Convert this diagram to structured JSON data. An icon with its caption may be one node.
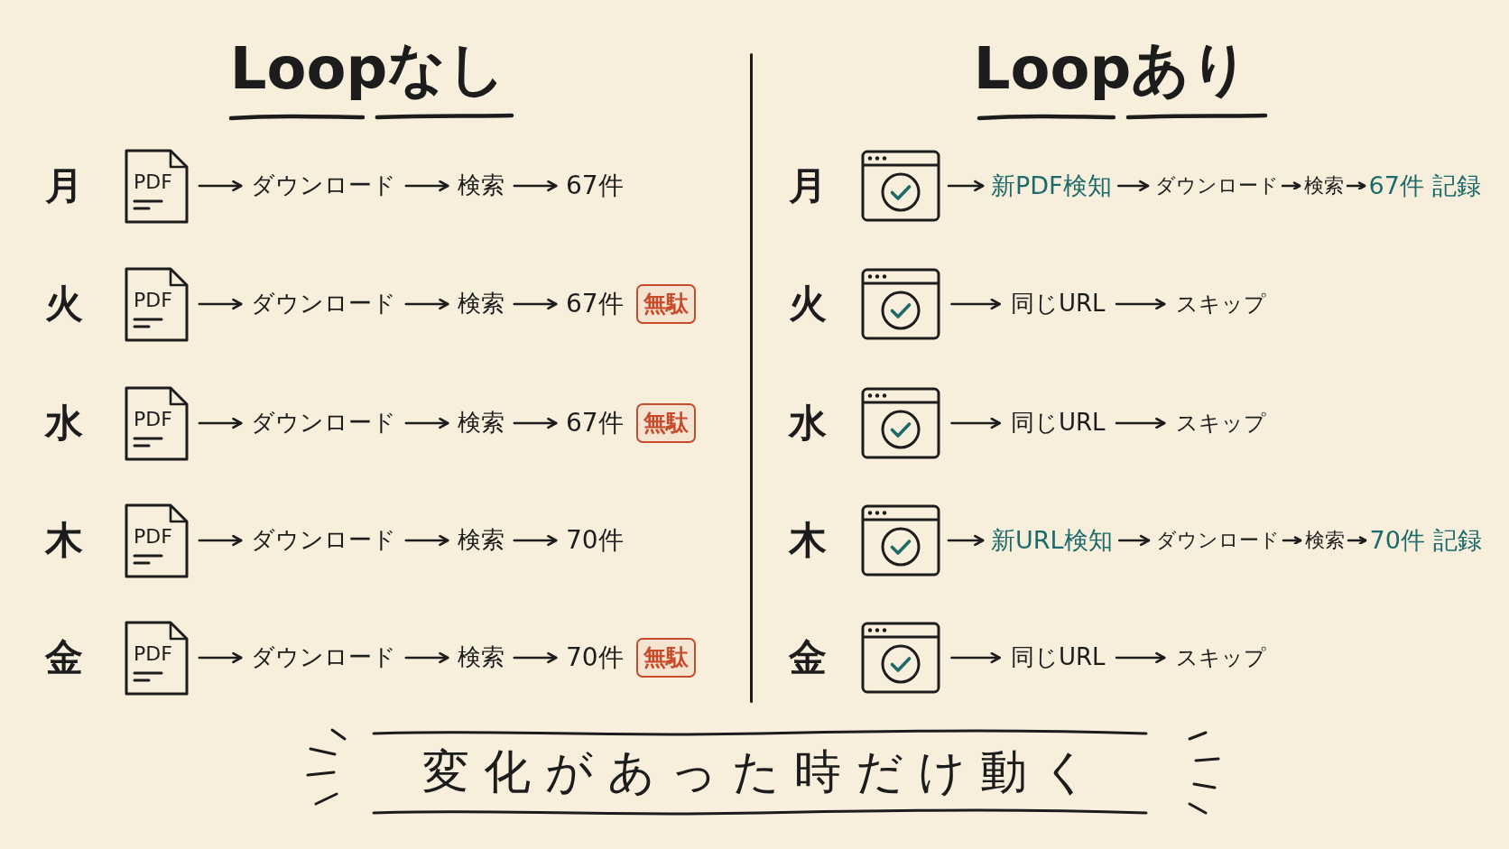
{
  "diagram": {
    "caption": "変化があった時だけ動く",
    "nodes": [
      {
        "text": [
          "PDF"
        ],
        "beside": [
          "月"
        ]
      },
      {
        "text": [
          "ダウンロード"
        ]
      },
      {
        "text": [
          "検索"
        ]
      },
      {
        "text": [
          "67件"
        ]
      },
      {
        "text": [
          "PDF"
        ],
        "beside": [
          "火"
        ]
      },
      {
        "text": [
          "ダウンロード"
        ]
      },
      {
        "text": [
          "検索"
        ]
      },
      {
        "text": [
          "67件"
        ]
      },
      {
        "text": [
          "無駄"
        ]
      },
      {
        "text": [
          "PDF"
        ],
        "beside": [
          "水"
        ]
      },
      {
        "text": [
          "ダウンロード"
        ]
      },
      {
        "text": [
          "検索"
        ]
      },
      {
        "text": [
          "67件"
        ]
      },
      {
        "text": [
          "無駄"
        ]
      },
      {
        "text": [
          "PDF"
        ],
        "beside": [
          "木"
        ]
      },
      {
        "text": [
          "ダウンロード"
        ]
      },
      {
        "text": [
          "検索"
        ]
      },
      {
        "text": [
          "70件"
        ]
      },
      {
        "text": [
          "PDF"
        ],
        "beside": [
          "金"
        ]
      },
      {
        "text": [
          "ダウンロード"
        ]
      },
      {
        "text": [
          "検索"
        ]
      },
      {
        "text": [
          "70件"
        ]
      },
      {
        "text": [
          "無駄"
        ]
      },
      {
        "text": [],
        "shape": "picture",
        "beside": [
          "月"
        ]
      },
      {
        "text": [
          "新PDF検知"
        ]
      },
      {
        "text": [
          "ダウンロード"
        ]
      },
      {
        "text": [
          "検索"
        ]
      },
      {
        "text": [
          "67件 記録"
        ]
      },
      {
        "text": [],
        "shape": "picture",
        "beside": [
          "火"
        ]
      },
      {
        "text": [
          "同じURL"
        ]
      },
      {
        "text": [
          "スキップ"
        ]
      },
      {
        "text": [],
        "shape": "picture",
        "beside": [
          "水"
        ]
      },
      {
        "text": [
          "同じURL"
        ]
      },
      {
        "text": [
          "スキップ"
        ]
      },
      {
        "text": [],
        "shape": "picture",
        "beside": [
          "木"
        ]
      },
      {
        "text": [
          "新URL検知"
        ]
      },
      {
        "text": [
          "ダウンロード"
        ]
      },
      {
        "text": [
          "検索"
        ]
      },
      {
        "text": [
          "70件 記録"
        ]
      },
      {
        "text": [],
        "shape": "picture",
        "beside": [
          "金"
        ]
      },
      {
        "text": [
          "同じURL"
        ]
      },
      {
        "text": [
          "スキップ"
        ]
      }
    ],
    "edges": [
      {
        "from": 0,
        "to": 1,
        "arrow": "to"
      },
      {
        "from": 1,
        "to": 2,
        "arrow": "to"
      },
      {
        "from": 2,
        "to": 3,
        "arrow": "to"
      },
      {
        "from": 4,
        "to": 5,
        "arrow": "to"
      },
      {
        "from": 5,
        "to": 6,
        "arrow": "to"
      },
      {
        "from": 6,
        "to": 7,
        "arrow": "to"
      },
      {
        "from": 9,
        "to": 10,
        "arrow": "to"
      },
      {
        "from": 10,
        "to": 11,
        "arrow": "to"
      },
      {
        "from": 11,
        "to": 12,
        "arrow": "to"
      },
      {
        "from": 14,
        "to": 15,
        "arrow": "to"
      },
      {
        "from": 15,
        "to": 16,
        "arrow": "to"
      },
      {
        "from": 16,
        "to": 17,
        "arrow": "to"
      },
      {
        "from": 18,
        "to": 19,
        "arrow": "to"
      },
      {
        "from": 19,
        "to": 20,
        "arrow": "to"
      },
      {
        "from": 20,
        "to": 21,
        "arrow": "to"
      },
      {
        "from": 23,
        "to": 24,
        "arrow": "to"
      },
      {
        "from": 24,
        "to": 25,
        "arrow": "to"
      },
      {
        "from": 25,
        "to": 26,
        "arrow": "to"
      },
      {
        "from": 26,
        "to": 27,
        "arrow": "to"
      },
      {
        "from": 28,
        "to": 29,
        "arrow": "to"
      },
      {
        "from": 29,
        "to": 30,
        "arrow": "to"
      },
      {
        "from": 31,
        "to": 32,
        "arrow": "to"
      },
      {
        "from": 32,
        "to": 33,
        "arrow": "to"
      },
      {
        "from": 34,
        "to": 35,
        "arrow": "to"
      },
      {
        "from": 35,
        "to": 36,
        "arrow": "to"
      },
      {
        "from": 36,
        "to": 37,
        "arrow": "to"
      },
      {
        "from": 37,
        "to": 38,
        "arrow": "to"
      },
      {
        "from": 39,
        "to": 40,
        "arrow": "to"
      },
      {
        "from": 40,
        "to": 41,
        "arrow": "to"
      }
    ],
    "labels": [
      "Loopなし",
      "Loopあり"
    ]
  }
}
